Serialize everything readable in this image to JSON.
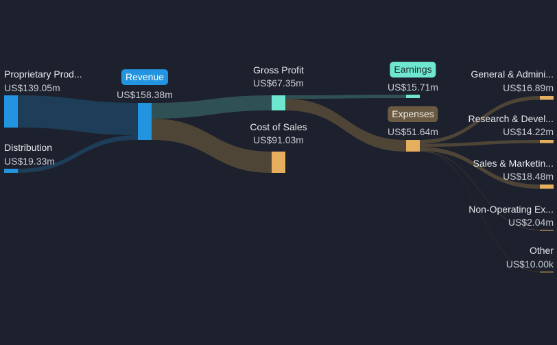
{
  "nodes": {
    "proprietary": {
      "label": "Proprietary Prod...",
      "value": "US$139.05m"
    },
    "distribution": {
      "label": "Distribution",
      "value": "US$19.33m"
    },
    "revenue": {
      "label": "Revenue",
      "value": "US$158.38m"
    },
    "gross_profit": {
      "label": "Gross Profit",
      "value": "US$67.35m"
    },
    "cost_of_sales": {
      "label": "Cost of Sales",
      "value": "US$91.03m"
    },
    "earnings": {
      "label": "Earnings",
      "value": "US$15.71m"
    },
    "expenses": {
      "label": "Expenses",
      "value": "US$51.64m"
    },
    "general_admin": {
      "label": "General & Admini...",
      "value": "US$16.89m"
    },
    "research_dev": {
      "label": "Research & Devel...",
      "value": "US$14.22m"
    },
    "sales_marketing": {
      "label": "Sales & Marketin...",
      "value": "US$18.48m"
    },
    "non_operating": {
      "label": "Non-Operating Ex...",
      "value": "US$2.04m"
    },
    "other": {
      "label": "Other",
      "value": "US$10.00k"
    }
  },
  "colors": {
    "blue": "#2394df",
    "teal": "#6ee6d0",
    "orange": "#e5af5f",
    "expenses_pill": "#6b5a43",
    "blue_link": "#1e3d58",
    "teal_link": "#2f5155",
    "brown_link": "#4e4536"
  }
}
